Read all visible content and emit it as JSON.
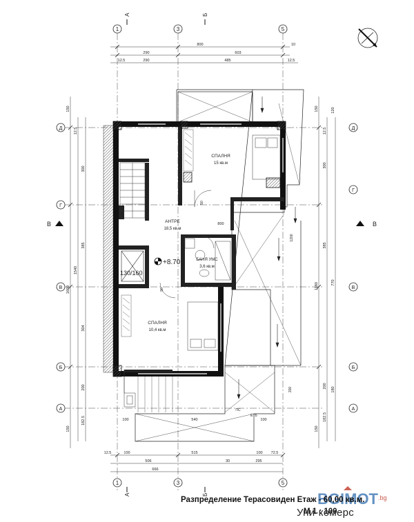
{
  "title": "Разпределение Терасовиден Етаж - 60,00 кв.м.",
  "scale": "М 1 : 100",
  "watermark": {
    "logo": "BGIMOT",
    "tld": ".bg",
    "brand": "Уни-комерс"
  },
  "axes_top": [
    "1",
    "3",
    "5"
  ],
  "axes_bottom": [
    "1",
    "3",
    "5"
  ],
  "axes_left": [
    "Д",
    "Г",
    "В",
    "Б",
    "А"
  ],
  "axes_right": [
    "Д",
    "Г",
    "В",
    "Б",
    "А"
  ],
  "sections": {
    "a": "А",
    "b": "Б",
    "v": "В"
  },
  "rooms": {
    "bed1": {
      "name": "СПАЛНЯ",
      "area": "15 кв.м"
    },
    "hall": {
      "name": "АНТРЕ",
      "area": "18,5 кв.м"
    },
    "bath": {
      "name": "БАНЯ УМС",
      "area": "3,6 кв.м"
    },
    "bed2": {
      "name": "СПАЛНЯ",
      "area": "10,4 кв.м"
    }
  },
  "level": "+8.70",
  "elevator": "130/160",
  "dims_top": [
    "800",
    "290",
    "603",
    "10",
    "12.5",
    "290",
    "485",
    "12.5"
  ],
  "dims_bottom": [
    "12.5",
    "100",
    "515",
    "100",
    "72.5",
    "506",
    "30",
    "295",
    "666"
  ],
  "dims_left": [
    "150",
    "12.5",
    "300",
    "1540",
    "1660",
    "385",
    "304",
    "200",
    "182.5",
    "150"
  ],
  "dims_right": [
    "150",
    "120",
    "12.5",
    "300",
    "385",
    "770",
    "1180",
    "200",
    "180",
    "182.5",
    "150"
  ],
  "small_labels": [
    "100",
    "540",
    "100",
    "800",
    "1200",
    "200",
    "50",
    "90",
    "ПС",
    "ЕТБ"
  ],
  "colors": {
    "wall": "#111111",
    "hatch": "#555555",
    "line": "#333333",
    "logo_blue": "#4a7fb8",
    "logo_red": "#c0392b"
  }
}
